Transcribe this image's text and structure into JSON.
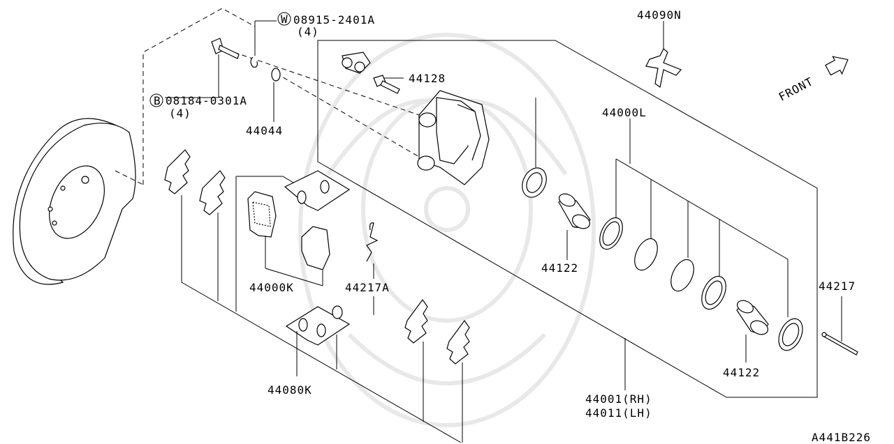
{
  "diagram": {
    "code": "A441B226",
    "front_label": "FRONT",
    "labels": {
      "p_08915": "08915-2401A",
      "p_08915_qty": "(4)",
      "p_08915_mark": "W",
      "p_08184": "08184-0301A",
      "p_08184_qty": "(4)",
      "p_08184_mark": "B",
      "p_44044": "44044",
      "p_44128": "44128",
      "p_44090N": "44090N",
      "p_44000L": "44000L",
      "p_44122a": "44122",
      "p_44122b": "44122",
      "p_44217": "44217",
      "p_44000K": "44000K",
      "p_44217A": "44217A",
      "p_44080K": "44080K",
      "p_44001": "44001(RH)",
      "p_44011": "44011(LH)"
    }
  }
}
